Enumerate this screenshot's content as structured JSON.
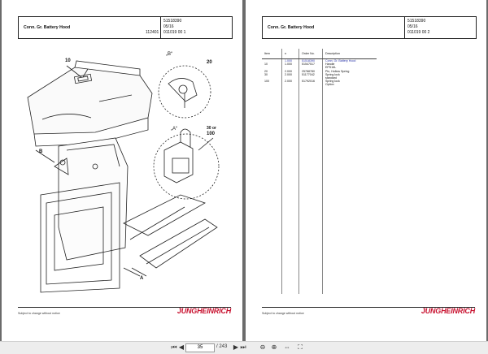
{
  "left_page": {
    "title": "Conn. Gr. Battery Hood",
    "part_no": "51518390",
    "date": "05/16",
    "ref": "011019 00 1",
    "drawing_no": "112401",
    "callouts": {
      "c10": "10",
      "b_view": "„B“",
      "c20": "20",
      "a_view": "„A“",
      "c30": "30 or",
      "c100": "100",
      "b": "B",
      "a": "A"
    },
    "footer_note": "Subject to change without notice",
    "brand": "JUNGHEINRICH"
  },
  "right_page": {
    "title": "Conn. Gr. Battery Hood",
    "part_no": "51518390",
    "date": "05/16",
    "ref": "011019 00 2",
    "table": {
      "headers": {
        "item": "Item",
        "qty": "n",
        "order": "Order No.",
        "desc": "Description"
      },
      "rows": [
        {
          "item": "",
          "qty": "1.000",
          "order": "51518390",
          "desc": "Conn. Gr. Battery Hood"
        },
        {
          "item": "10",
          "qty": "1.000",
          "order": "51547517",
          "desc": "Handle"
        },
        {
          "item": "",
          "qty": "",
          "order": "",
          "desc": "EPS16L"
        },
        {
          "item": "20",
          "qty": "2.000",
          "order": "25788780",
          "desc": "Pin, Hollow Spring"
        },
        {
          "item": "30",
          "qty": "2.000",
          "order": "51177042",
          "desc": "Spring lock"
        },
        {
          "item": "",
          "qty": "",
          "order": "",
          "desc": "standard"
        },
        {
          "item": "100",
          "qty": "2.000",
          "order": "51792016",
          "desc": "Spring lock"
        },
        {
          "item": "",
          "qty": "",
          "order": "",
          "desc": "Option"
        }
      ]
    },
    "footer_note": "Subject to change without notice",
    "brand": "JUNGHEINRICH"
  },
  "toolbar": {
    "current_page": "35",
    "total_pages": "/ 243",
    "icons": [
      "first-page-icon",
      "prev-page-icon",
      "next-page-icon",
      "last-page-icon",
      "zoom-out-icon",
      "zoom-in-icon",
      "fit-width-icon",
      "fullscreen-icon"
    ]
  }
}
